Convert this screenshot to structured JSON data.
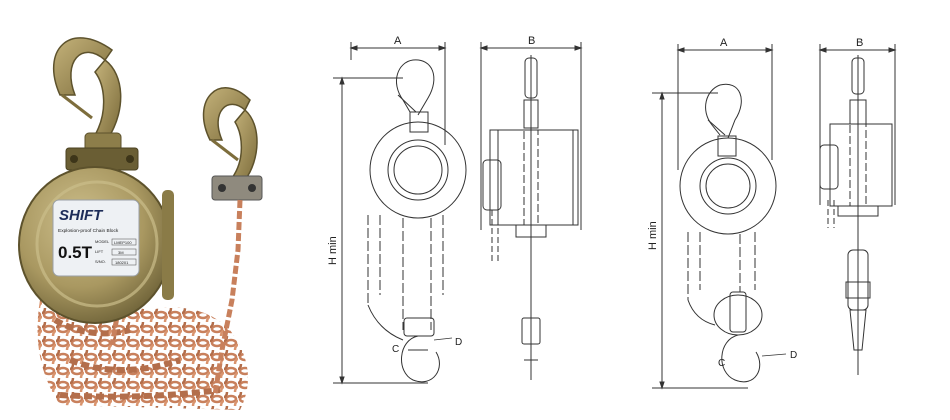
{
  "photo": {
    "brand": "SHIFT",
    "product_line": "Explosion-proof Chain Block",
    "capacity": "0.5T",
    "model_label": "MODEL",
    "model_value": "LMEP100",
    "lift_label": "LIFT",
    "lift_value": "3M",
    "serial_label": "S/NO.",
    "serial_value": "180201",
    "colors": {
      "body": "#a99861",
      "chain": "#c8805c",
      "plate": "#eef1f4"
    }
  },
  "drawing_left": {
    "dim_a": "A",
    "dim_b": "B",
    "dim_h": "H min",
    "dim_c": "C",
    "dim_d": "D"
  },
  "drawing_right": {
    "dim_a": "A",
    "dim_b": "B",
    "dim_h": "H min",
    "dim_c": "C",
    "dim_d": "D"
  }
}
